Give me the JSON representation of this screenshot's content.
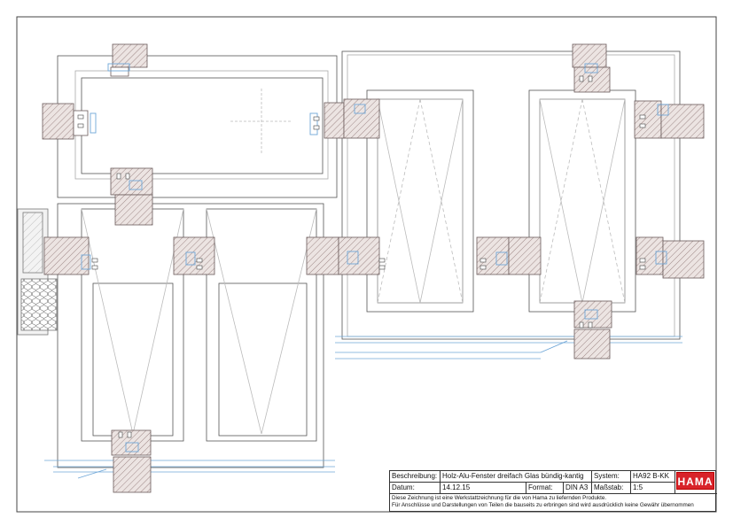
{
  "title_block": {
    "description_label": "Beschreibung:",
    "description_value": "Holz-Alu-Fenster dreifach Glas bündig-kantig",
    "system_label": "System:",
    "system_value": "HA92 B-KK",
    "date_label": "Datum:",
    "date_value": "14.12.15",
    "format_label": "Format:",
    "format_value": "DIN A3",
    "scale_label": "Maßstab:",
    "scale_value": "1:5",
    "note_line_1": "Diese Zeichnung ist eine Werkstattzeichnung für die von Hama zu liefernden Produkte.",
    "note_line_2": "Für Anschlüsse und Darstellungen von Teilen die bauseits zu erbringen sind wird ausdrücklich keine Gewähr übernommen"
  },
  "logo": {
    "text": "HAMA",
    "color": "#d8232a"
  },
  "colors": {
    "line": "#555555",
    "hatch": "#8a7070",
    "glazing": "#6fa7d8",
    "frame_fill": "#e9e1df"
  }
}
